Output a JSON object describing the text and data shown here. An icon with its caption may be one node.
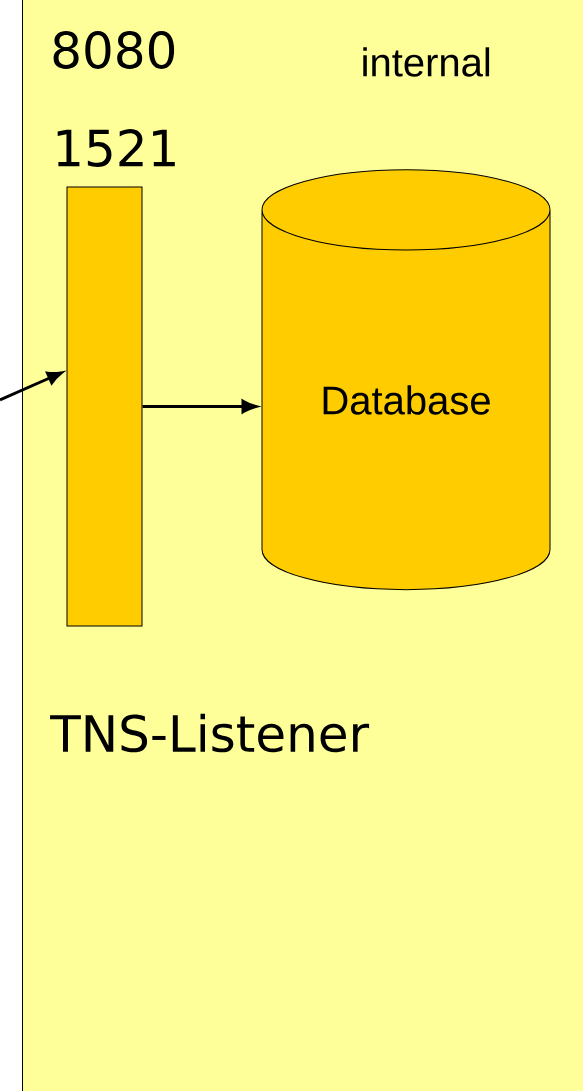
{
  "diagram": {
    "nodes": [
      {
        "text": [
          "internal"
        ]
      },
      {
        "text": [],
        "shape": "bar",
        "in": 0
      },
      {
        "text": [
          "Database"
        ],
        "in": 0
      }
    ],
    "edges": [
      {
        "from": null,
        "to": 1,
        "arrow": "to"
      },
      {
        "from": 1,
        "to": 2,
        "arrow": "to"
      }
    ],
    "labels": [
      "8080",
      "1521",
      "TNS-Listener"
    ]
  }
}
